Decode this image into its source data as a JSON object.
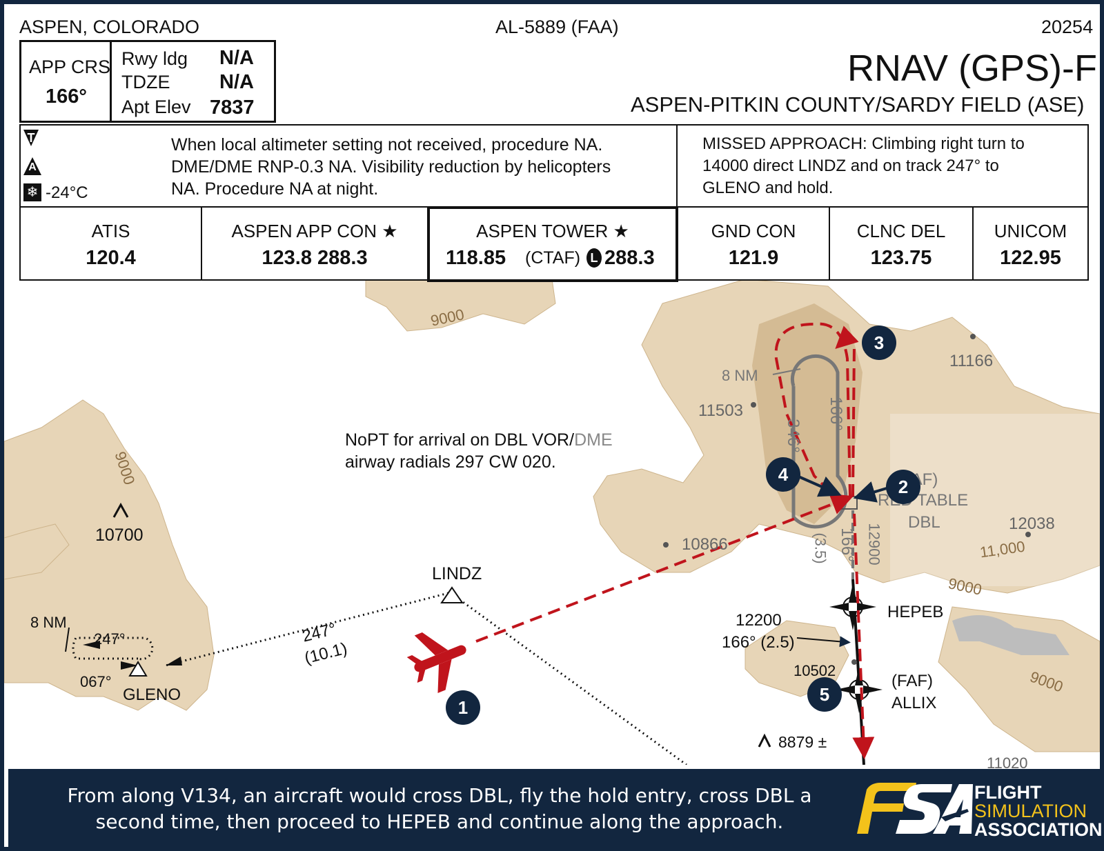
{
  "header": {
    "location": "ASPEN, COLORADO",
    "chart_id": "AL-5889 (FAA)",
    "cycle": "20254",
    "procedure": "RNAV (GPS)-F",
    "airport": "ASPEN-PITKIN COUNTY/SARDY FIELD (ASE)"
  },
  "briefing": {
    "app_crs_label": "APP CRS",
    "app_crs_value": "166°",
    "rwy_ldg_label": "Rwy ldg",
    "rwy_ldg_value": "N/A",
    "tdze_label": "TDZE",
    "tdze_value": "N/A",
    "apt_elev_label": "Apt Elev",
    "apt_elev_value": "7837",
    "t_symbol": "T",
    "a_symbol": "A",
    "cold_temp": "-24°C",
    "notes_line1": "When local altimeter setting not received, procedure NA.",
    "notes_line2": "DME/DME RNP-0.3 NA.  Visibility reduction by helicopters",
    "notes_line3": "NA.  Procedure NA at night.",
    "missed_line1": "MISSED APPROACH:  Climbing right turn to",
    "missed_line2": "14000 direct LINDZ and on track 247° to",
    "missed_line3": "GLENO and hold."
  },
  "comms": [
    {
      "name": "ATIS",
      "freq": "120.4"
    },
    {
      "name": "ASPEN APP CON ★",
      "freq": "123.8  288.3"
    },
    {
      "name": "ASPEN TOWER ★",
      "freq_a": "118.85",
      "ctaf": "(CTAF)",
      "l_mark": "L",
      "freq_b": "288.3"
    },
    {
      "name": "GND CON",
      "freq": "121.9"
    },
    {
      "name": "CLNC DEL",
      "freq": "123.75"
    },
    {
      "name": "UNICOM",
      "freq": "122.95"
    }
  ],
  "map": {
    "nopt_line1": "NoPT for arrival on DBL VOR/",
    "nopt_dme": "DME",
    "nopt_line2": "airway radials 297 CW 020.",
    "fixes": {
      "lindz": "LINDZ",
      "gleno": "GLENO",
      "hepeb": "HEPEB",
      "faf": "(FAF)",
      "allix": "ALLIX",
      "iaf": "(IAF)",
      "red_table": "RED TABLE",
      "dbl": "DBL"
    },
    "legs": {
      "gleno_course": "247°",
      "gleno_dist": "(10.1)",
      "hold_in": "247°",
      "hold_out": "067°",
      "hold_nm_left": "8 NM",
      "hold_nm_right": "8 NM",
      "hold_inbound": "166°",
      "hold_outbound": "346°",
      "final_course": "166°",
      "final_dist": "(3.5)",
      "alt_12900": "12900",
      "hepeb_alt": "12200",
      "hepeb_leg": "166° (2.5)"
    },
    "elevations": {
      "e10700": "10700",
      "e11503": "11503",
      "e11166": "11166",
      "e10866": "10866",
      "e12038": "12038",
      "e10502": "10502",
      "e8879": "8879",
      "e8879_mark": "±",
      "e11020": "11020"
    },
    "contours": {
      "c9000_top": "9000",
      "c9000_left": "9000",
      "c9000_right": "9000",
      "c9000_br": "9000",
      "c11000": "11,000"
    },
    "badges": [
      "1",
      "2",
      "3",
      "4",
      "5"
    ],
    "colors": {
      "terrain": "#e7d5b7",
      "terrain_dark": "#d4bb94",
      "route": "#c0141c",
      "badge": "#12263f"
    }
  },
  "caption": {
    "text": "From along V134, an aircraft would cross DBL, fly the hold entry, cross DBL a second time, then proceed to HEPEB and continue along the approach."
  },
  "brand": {
    "line1": "FLIGHT",
    "line2": "SIMULATION",
    "line3": "ASSOCIATION",
    "logo_text": "FSA",
    "colors": {
      "gold": "#f3c21b",
      "white": "#ffffff"
    }
  }
}
